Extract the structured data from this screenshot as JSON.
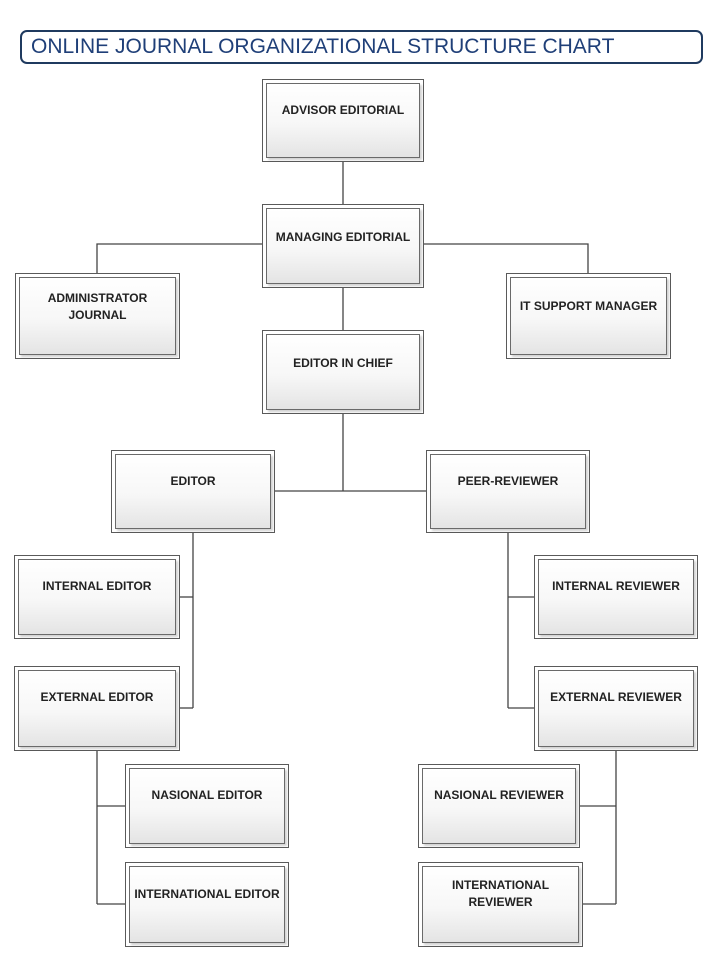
{
  "title": "ONLINE JOURNAL ORGANIZATIONAL STRUCTURE CHART",
  "nodes": {
    "advisor_editorial": "ADVISOR EDITORIAL",
    "managing_editorial": "MANAGING EDITORIAL",
    "administrator_journal": "ADMINISTRATOR JOURNAL",
    "it_support_manager": "IT SUPPORT MANAGER",
    "editor_in_chief": "EDITOR IN CHIEF",
    "editor": "EDITOR",
    "peer_reviewer": "PEER-REVIEWER",
    "internal_editor": "INTERNAL EDITOR",
    "external_editor": "EXTERNAL EDITOR",
    "nasional_editor": "NASIONAL EDITOR",
    "international_editor": "INTERNATIONAL EDITOR",
    "internal_reviewer": "INTERNAL REVIEWER",
    "external_reviewer": "EXTERNAL REVIEWER",
    "nasional_reviewer": "NASIONAL REVIEWER",
    "international_reviewer": "INTERNATIONAL REVIEWER"
  },
  "colors": {
    "title_border": "#1f3a5f",
    "title_text": "#1f3f78",
    "node_border": "#5a5a5a",
    "connector": "#444444"
  }
}
